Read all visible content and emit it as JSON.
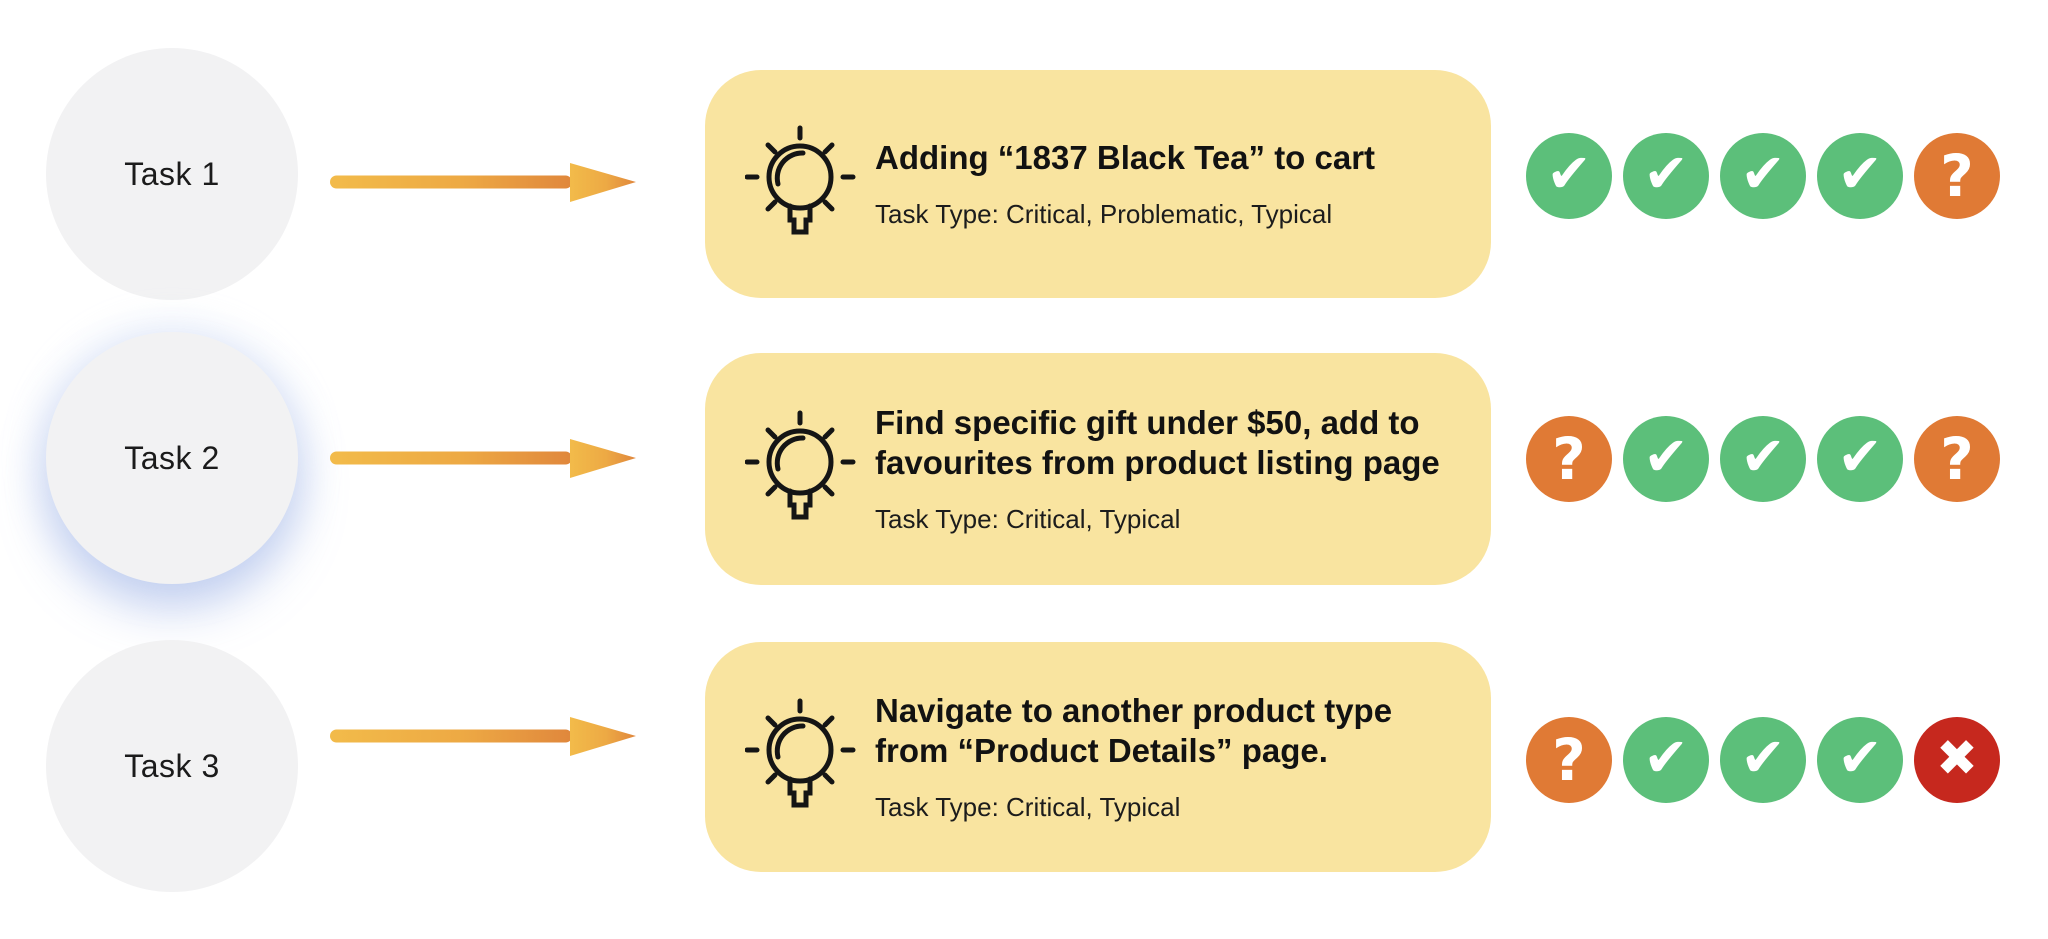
{
  "palette": {
    "card_background": "#F9E4A0",
    "task_circle_background": "#F2F2F3",
    "task2_glow": "#BCCBF2",
    "arrow_gradient_start": "#F2BB4A",
    "arrow_gradient_end": "#E0873C",
    "text_color": "#121212",
    "status_colors": {
      "check": "#5CBF7A",
      "question": "#E07A35",
      "cross": "#C6281E"
    }
  },
  "status_glyphs": {
    "check": "✔",
    "question": "?",
    "cross": "✖"
  },
  "rows": [
    {
      "task_label": "Task 1",
      "card": {
        "title": "Adding “1837 Black Tea” to cart",
        "task_type": "Task Type: Critical, Problematic, Typical"
      },
      "statuses": [
        "check",
        "check",
        "check",
        "check",
        "question"
      ]
    },
    {
      "task_label": "Task 2",
      "card": {
        "title": "Find specific gift under $50, add to\nfavourites from product listing page",
        "task_type": "Task Type: Critical, Typical"
      },
      "statuses": [
        "question",
        "check",
        "check",
        "check",
        "question"
      ]
    },
    {
      "task_label": "Task 3",
      "card": {
        "title": "Navigate to another product type\nfrom “Product Details” page.",
        "task_type": "Task Type: Critical, Typical"
      },
      "statuses": [
        "question",
        "check",
        "check",
        "check",
        "cross"
      ]
    }
  ]
}
